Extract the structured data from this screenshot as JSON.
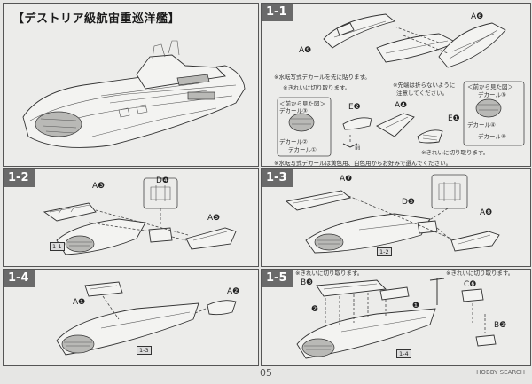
{
  "title": "【デストリア級航宙重巡洋艦】",
  "page_number": "05",
  "watermark": "HOBBY SEARCH",
  "steps": {
    "s1_1": {
      "label": "1-1",
      "parts": {
        "a9": "A❾",
        "a6": "A❻",
        "e2": "E❷",
        "a4": "A❹",
        "e1": "E❶"
      },
      "notes": {
        "n1": "※水転写式デカールを先に貼ります。",
        "n2": "※きれいに切り取ります。",
        "n3a": "※先端は折らないように",
        "n3b": "注意してください。",
        "n4": "※きれいに切り取ります。",
        "n5": "※水転写式デカールは黄色用、白色用からお好みで選んでください。",
        "front": "前"
      },
      "views": {
        "left_title": "＜前から見た図＞",
        "left_d3": "デカール③",
        "left_d2": "デカール②",
        "left_d1": "デカール①",
        "right_title": "＜前から見た図＞",
        "right_d5": "デカール⑤",
        "right_d4": "デカール④",
        "right_d6": "デカール⑥"
      }
    },
    "s1_2": {
      "label": "1-2",
      "parts": {
        "a3": "A❸",
        "d4": "D❹",
        "a5": "A❺"
      },
      "sub": "1-1"
    },
    "s1_3": {
      "label": "1-3",
      "parts": {
        "a7": "A❼",
        "d5": "D❺",
        "a8": "A❽"
      },
      "sub": "1-2"
    },
    "s1_4": {
      "label": "1-4",
      "parts": {
        "a1": "A❶",
        "a2": "A❷"
      },
      "sub": "1-3"
    },
    "s1_5": {
      "label": "1-5",
      "parts": {
        "b3": "B❸",
        "c": "C❻",
        "b2": "B❷"
      },
      "notes": {
        "n1": "※きれいに切り取ります。",
        "n2": "※きれいに切り取ります。"
      },
      "arrows": {
        "two": "❷",
        "one": "❶"
      },
      "sub": "1-4"
    }
  }
}
